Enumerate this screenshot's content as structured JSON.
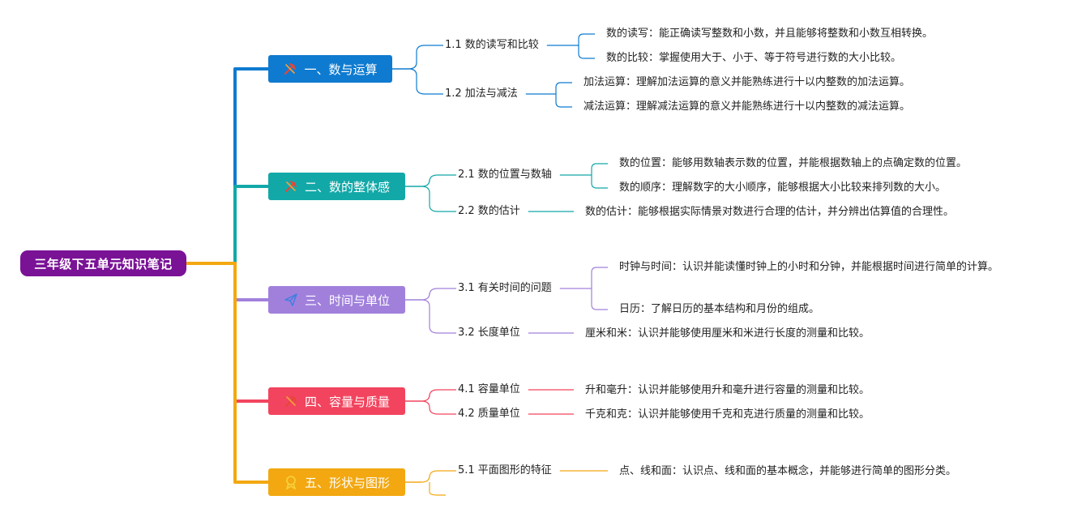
{
  "root": {
    "title": "三年级下五单元知识笔记",
    "color": "#7a1296"
  },
  "topics": [
    {
      "label": "一、数与运算",
      "color": "#0f7bd0",
      "icon": "tools-icon",
      "subs": [
        {
          "label": "1.1 数的读写和比较",
          "leaves": [
            "数的读写：能正确读写整数和小数，并且能够将整数和小数互相转换。",
            "数的比较：掌握使用大于、小于、等于符号进行数的大小比较。"
          ]
        },
        {
          "label": "1.2 加法与减法",
          "leaves": [
            "加法运算：理解加法运算的意义并能熟练进行十以内整数的加法运算。",
            "减法运算：理解减法运算的意义并能熟练进行十以内整数的减法运算。"
          ]
        }
      ]
    },
    {
      "label": "二、数的整体感",
      "color": "#13a8a8",
      "icon": "tools-icon",
      "subs": [
        {
          "label": "2.1 数的位置与数轴",
          "leaves": [
            "数的位置：能够用数轴表示数的位置，并能根据数轴上的点确定数的位置。",
            "数的顺序：理解数字的大小顺序，能够根据大小比较来排列数的大小。"
          ]
        },
        {
          "label": "2.2 数的估计",
          "leaves": [
            "数的估计：能够根据实际情景对数进行合理的估计，并分辨出估算值的合理性。"
          ]
        }
      ]
    },
    {
      "label": "三、时间与单位",
      "color": "#a180dc",
      "icon": "paper-plane-icon",
      "subs": [
        {
          "label": "3.1 有关时间的问题",
          "leaves": [
            "时钟与时间：认识并能读懂时钟上的小时和分钟，并能根据时间进行简单的计算。",
            "日历：了解日历的基本结构和月份的组成。"
          ]
        },
        {
          "label": "3.2 长度单位",
          "leaves": [
            "厘米和米：认识并能够使用厘米和米进行长度的测量和比较。"
          ]
        }
      ]
    },
    {
      "label": "四、容量与质量",
      "color": "#f2445e",
      "icon": "tools-icon",
      "subs": [
        {
          "label": "4.1 容量单位",
          "leaves": [
            "升和毫升：认识并能够使用升和毫升进行容量的测量和比较。"
          ]
        },
        {
          "label": "4.2 质量单位",
          "leaves": [
            "千克和克：认识并能够使用千克和克进行质量的测量和比较。"
          ]
        }
      ]
    },
    {
      "label": "五、形状与图形",
      "color": "#f3a811",
      "icon": "badge-icon",
      "subs": [
        {
          "label": "5.1 平面图形的特征",
          "leaves": [
            "点、线和面：认识点、线和面的基本概念，并能够进行简单的图形分类。"
          ]
        }
      ]
    }
  ]
}
